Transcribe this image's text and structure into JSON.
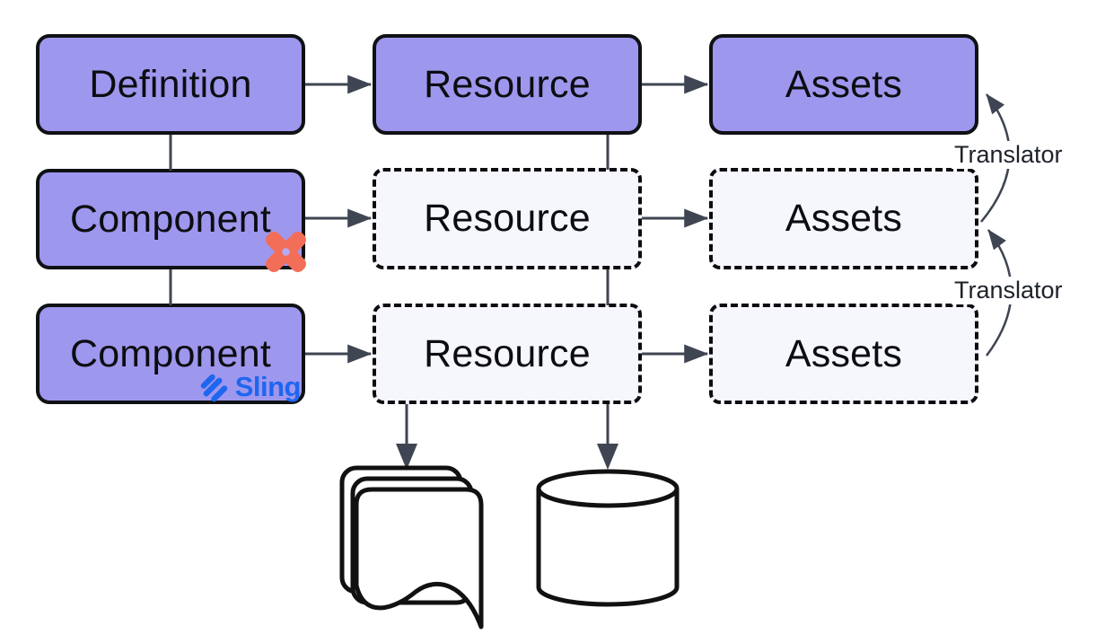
{
  "nodes": {
    "definition": {
      "label": "Definition",
      "style": "solid"
    },
    "resource_top": {
      "label": "Resource",
      "style": "solid"
    },
    "assets_top": {
      "label": "Assets",
      "style": "solid"
    },
    "component_mid": {
      "label": "Component",
      "style": "solid",
      "badge_icon": "pinwheel-x-icon"
    },
    "resource_mid": {
      "label": "Resource",
      "style": "dashed"
    },
    "assets_mid": {
      "label": "Assets",
      "style": "dashed"
    },
    "component_bottom": {
      "label": "Component",
      "style": "solid",
      "badge_icon": "sling-logo-icon",
      "badge_label": "Sling"
    },
    "resource_bottom": {
      "label": "Resource",
      "style": "dashed"
    },
    "assets_bottom": {
      "label": "Assets",
      "style": "dashed"
    }
  },
  "annotations": {
    "translator_top": "Translator",
    "translator_bottom": "Translator",
    "sling": "Sling"
  },
  "edges": [
    {
      "from": "definition",
      "to": "resource_top",
      "type": "arrow"
    },
    {
      "from": "resource_top",
      "to": "assets_top",
      "type": "arrow"
    },
    {
      "from": "component_mid",
      "to": "resource_mid",
      "type": "arrow"
    },
    {
      "from": "resource_mid",
      "to": "assets_mid",
      "type": "arrow"
    },
    {
      "from": "component_bottom",
      "to": "resource_bottom",
      "type": "arrow"
    },
    {
      "from": "resource_bottom",
      "to": "assets_bottom",
      "type": "arrow"
    },
    {
      "from": "definition",
      "to": "component_mid",
      "type": "line"
    },
    {
      "from": "component_mid",
      "to": "component_bottom",
      "type": "line"
    },
    {
      "from": "resource_top",
      "to": "resource_mid",
      "type": "line"
    },
    {
      "from": "resource_mid",
      "to": "resource_bottom",
      "type": "line"
    },
    {
      "from": "resource_bottom",
      "to": "document-stack",
      "type": "arrow"
    },
    {
      "from": "resource_bottom",
      "to": "database-cylinder",
      "type": "arrow"
    },
    {
      "from": "assets_mid",
      "to": "assets_top",
      "type": "curved-arrow",
      "label": "Translator"
    },
    {
      "from": "assets_bottom",
      "to": "assets_mid",
      "type": "curved-arrow",
      "label": "Translator"
    }
  ],
  "icons": {
    "component_mid_badge": "pinwheel-x-icon",
    "component_bottom_badge": "sling-logo-icon",
    "storage_left": "document-stack-icon",
    "storage_right": "database-cylinder-icon"
  },
  "colors": {
    "node_fill": "#9e97ee",
    "node_border": "#101114",
    "ghost_fill": "#f6f6fd",
    "connector": "#3f4552",
    "label_text": "#0c0d10",
    "translator_text": "#1e222a",
    "pinwheel_orange": "#f26e58",
    "sling_blue": "#1e66f0",
    "icon_stroke": "#111111"
  }
}
